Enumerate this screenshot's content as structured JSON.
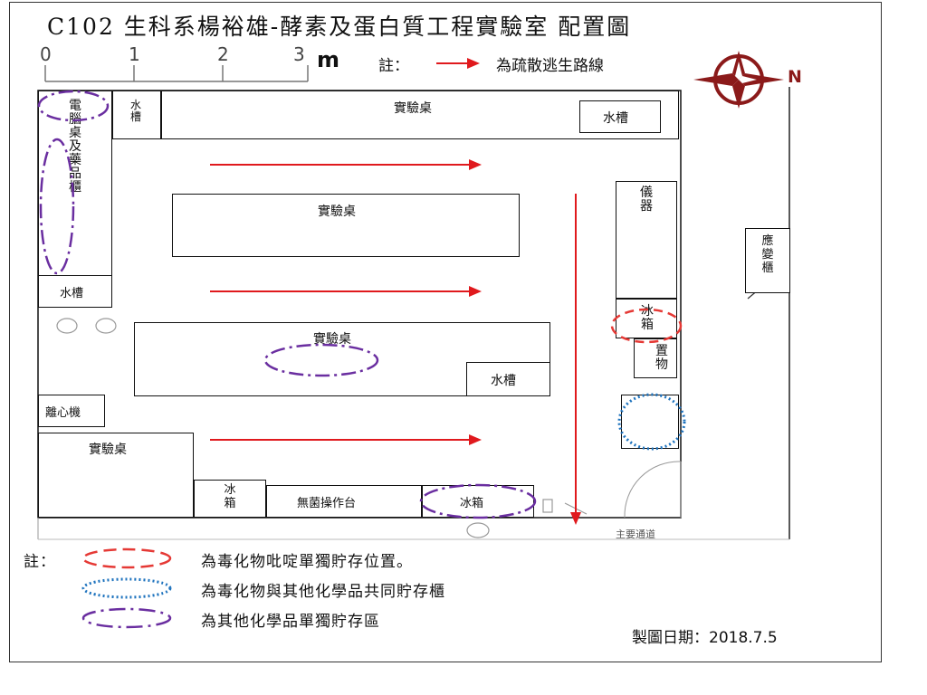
{
  "title": "C102 生科系楊裕雄-酵素及蛋白質工程實驗室 配置圖",
  "scale": {
    "ticks": [
      "0",
      "1",
      "2",
      "3"
    ],
    "unit": "m"
  },
  "note_top": {
    "prefix": "註：",
    "text": "為疏散逃生路線"
  },
  "compass": {
    "label": "N"
  },
  "rooms": {
    "pc_desk": "電腦桌及藥品櫃",
    "sink_topleft": "水槽",
    "bench_top": "實驗桌",
    "sink_topright": "水槽",
    "bench_mid": "實驗桌",
    "instrument": "儀器",
    "sink_left": "水槽",
    "fridge_right": "冰箱",
    "storage": "置物",
    "bench_lower": "實驗桌",
    "sink_lower": "水槽",
    "centrifuge": "離心機",
    "bench_bottomleft": "實驗桌",
    "fridge_bottom": "冰箱",
    "sterile": "無菌操作台",
    "fridge_bottom2": "冰箱",
    "emergency_cabinet": "應變櫃",
    "corridor": "主要通道"
  },
  "legend": {
    "prefix": "註：",
    "items": [
      {
        "text": "為毒化物吡啶單獨貯存位置。",
        "color": "#e53935",
        "style": "dashed"
      },
      {
        "text": "為毒化物與其他化學品共同貯存櫃",
        "color": "#1e73be",
        "style": "dotted"
      },
      {
        "text": "為其他化學品單獨貯存區",
        "color": "#6a2ea0",
        "style": "dashdot"
      }
    ]
  },
  "date": {
    "label": "製圖日期：",
    "value": "2018.7.5"
  },
  "colors": {
    "route": "#e0191d",
    "compass": "#8b1a1a",
    "red": "#e53935",
    "blue": "#1e73be",
    "purple": "#6a2ea0"
  }
}
